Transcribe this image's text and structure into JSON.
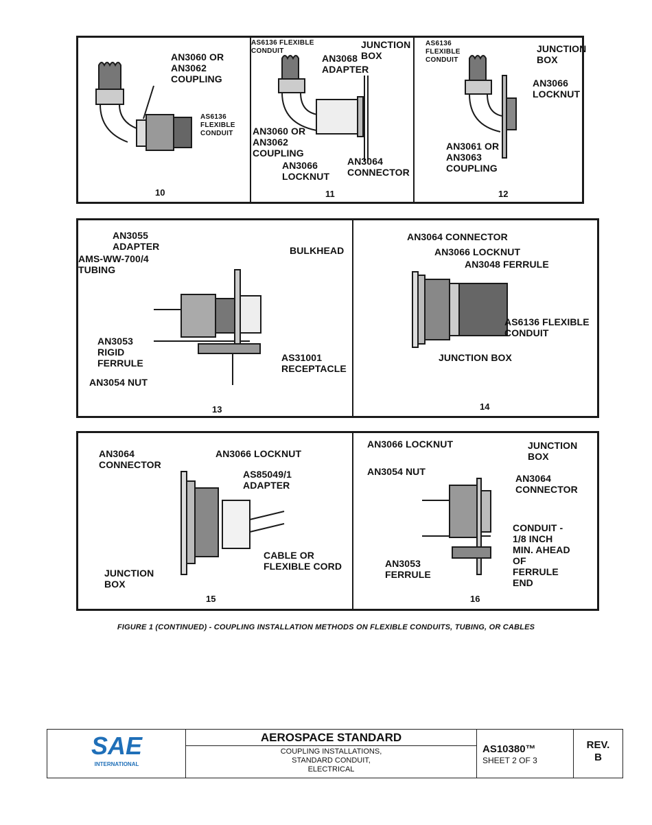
{
  "figures": {
    "row1": {
      "p10": {
        "number": "10",
        "coupling": "AN3060 OR\nAN3062\nCOUPLING",
        "conduit": "AS6136\nFLEXIBLE\nCONDUIT"
      },
      "p11": {
        "number": "11",
        "conduit": "AS6136 FLEXIBLE\nCONDUIT",
        "junction": "JUNCTION\nBOX",
        "adapter": "AN3068\nADAPTER",
        "coupling": "AN3060 OR\nAN3062\nCOUPLING",
        "locknut": "AN3066\nLOCKNUT",
        "connector": "AN3064\nCONNECTOR"
      },
      "p12": {
        "number": "12",
        "conduit": "AS6136\nFLEXIBLE\nCONDUIT",
        "junction": "JUNCTION\nBOX",
        "locknut": "AN3066\nLOCKNUT",
        "coupling": "AN3061 OR\nAN3063\nCOUPLING"
      }
    },
    "row2": {
      "p13": {
        "number": "13",
        "adapter": "AN3055\nADAPTER",
        "tubing": "AMS-WW-700/4\nTUBING",
        "bulkhead": "BULKHEAD",
        "ferrule": "AN3053\nRIGID\nFERRULE",
        "receptacle": "AS31001\nRECEPTACLE",
        "nut": "AN3054  NUT"
      },
      "p14": {
        "number": "14",
        "connector": "AN3064 CONNECTOR",
        "locknut": "AN3066 LOCKNUT",
        "ferrule": "AN3048 FERRULE",
        "conduit": "AS6136 FLEXIBLE\nCONDUIT",
        "junction": "JUNCTION BOX"
      }
    },
    "row3": {
      "p15": {
        "number": "15",
        "connector": "AN3064\nCONNECTOR",
        "locknut": "AN3066 LOCKNUT",
        "adapter": "AS85049/1\nADAPTER",
        "cable": "CABLE OR\nFLEXIBLE CORD",
        "junction": "JUNCTION\nBOX"
      },
      "p16": {
        "number": "16",
        "locknut": "AN3066 LOCKNUT",
        "junction": "JUNCTION\nBOX",
        "nut": "AN3054 NUT",
        "connector": "AN3064\nCONNECTOR",
        "conduit": "CONDUIT -\n1/8 INCH\nMIN. AHEAD\nOF\nFERRULE\nEND",
        "ferrule": "AN3053\nFERRULE"
      }
    }
  },
  "caption": "FIGURE 1 (CONTINUED) - COUPLING INSTALLATION METHODS ON FLEXIBLE CONDUITS, TUBING, OR CABLES",
  "title_block": {
    "logo_text": "SAE",
    "logo_sub": "INTERNATIONAL",
    "heading": "AEROSPACE STANDARD",
    "subtitle_1": "COUPLING INSTALLATIONS,",
    "subtitle_2": "STANDARD CONDUIT,",
    "subtitle_3": "ELECTRICAL",
    "doc_number": "AS10380™",
    "sheet": "SHEET 2 OF 3",
    "rev_label": "REV.",
    "rev_value": "B"
  },
  "colors": {
    "logo_blue": "#1f6fb8",
    "ink": "#1a1a1a"
  }
}
